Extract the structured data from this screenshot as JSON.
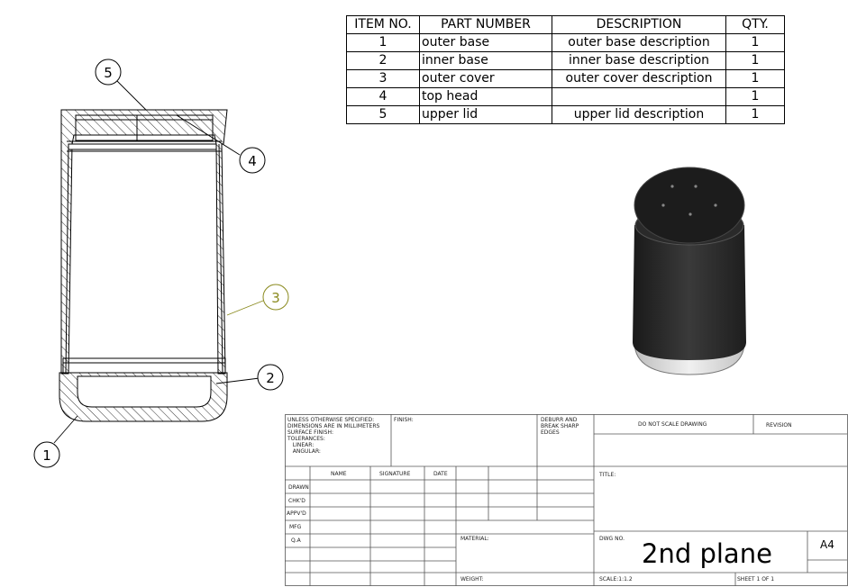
{
  "bom": {
    "headers": [
      "ITEM NO.",
      "PART NUMBER",
      "DESCRIPTION",
      "QTY."
    ],
    "rows": [
      {
        "item": "1",
        "part": "outer base",
        "desc": "outer base description",
        "qty": "1"
      },
      {
        "item": "2",
        "part": "inner base",
        "desc": "inner base description",
        "qty": "1"
      },
      {
        "item": "3",
        "part": "outer cover",
        "desc": "outer cover description",
        "qty": "1"
      },
      {
        "item": "4",
        "part": "top head",
        "desc": "",
        "qty": "1"
      },
      {
        "item": "5",
        "part": "upper lid",
        "desc": "upper lid description",
        "qty": "1"
      }
    ]
  },
  "balloons": [
    "1",
    "2",
    "3",
    "4",
    "5"
  ],
  "title_block": {
    "notes": [
      "UNLESS OTHERWISE SPECIFIED:",
      "DIMENSIONS ARE IN MILLIMETERS",
      "SURFACE FINISH:",
      "TOLERANCES:",
      "   LINEAR:",
      "   ANGULAR:"
    ],
    "finish": "FINISH:",
    "deburr": [
      "DEBURR AND",
      "BREAK SHARP",
      "EDGES"
    ],
    "do_not_scale": "DO NOT SCALE DRAWING",
    "revision": "REVISION",
    "col_name": "NAME",
    "col_signature": "SIGNATURE",
    "col_date": "DATE",
    "rows": [
      "DRAWN",
      "CHK'D",
      "APPV'D",
      "MFG",
      "Q.A"
    ],
    "title_label": "TITLE:",
    "material": "MATERIAL:",
    "weight": "WEIGHT:",
    "dwg_no_label": "DWG NO.",
    "dwg_no": "2nd plane",
    "size": "A4",
    "scale": "SCALE:1:1.2",
    "sheet": "SHEET 1 OF 1"
  },
  "colors": {
    "balloon_3": "#8a8a1e",
    "body_dark": "#262626",
    "base_light": "#d9d9d9"
  }
}
